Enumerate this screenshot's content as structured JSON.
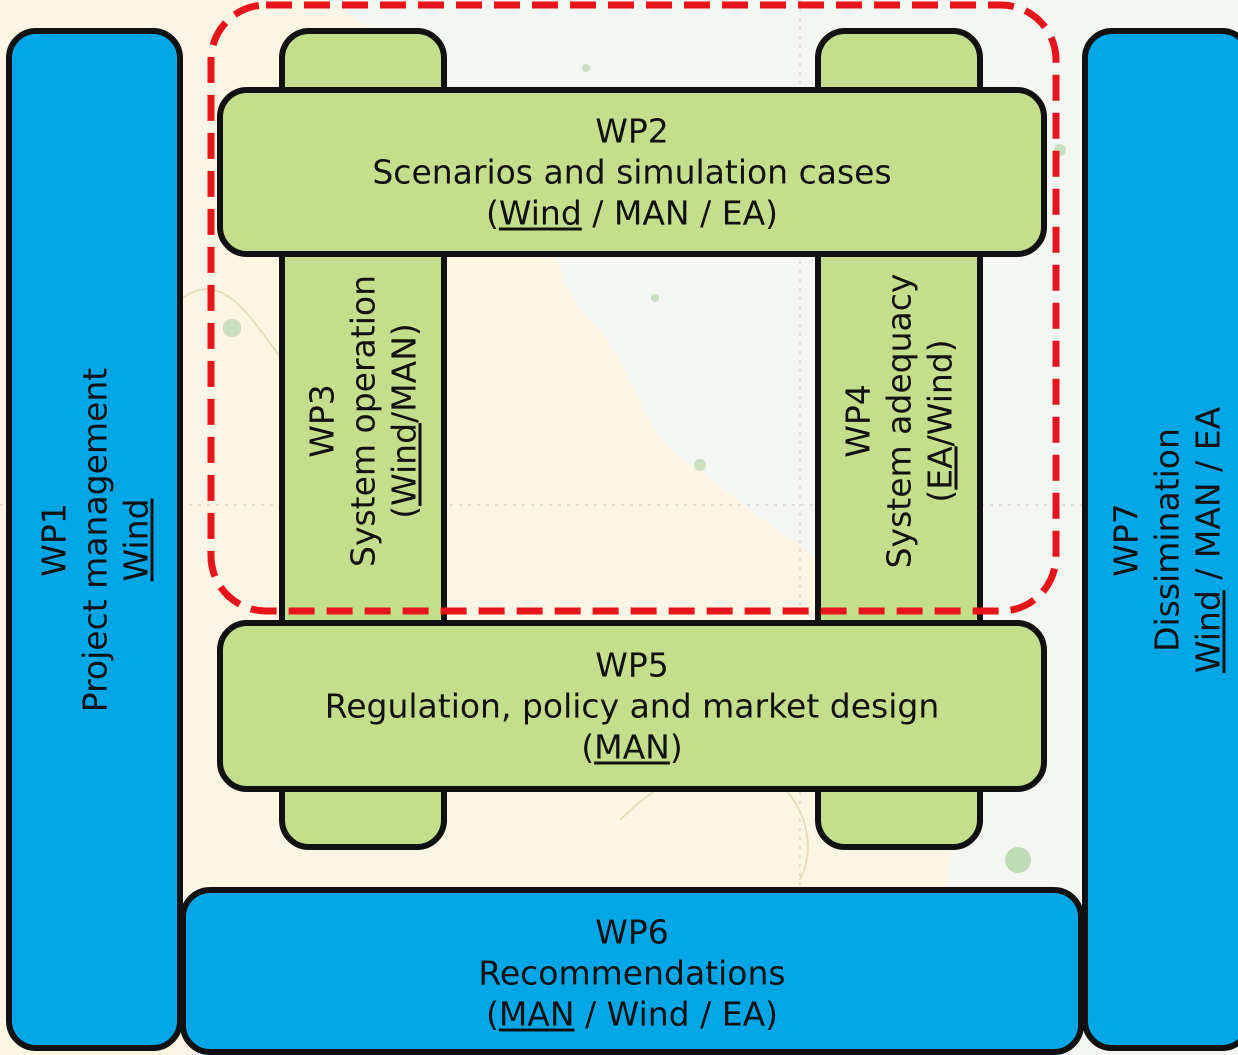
{
  "colors": {
    "blue_box": "#00a6e6",
    "green_box": "#c4df8b",
    "border": "#111111",
    "dashed_outline": "#e8141b",
    "map_land": "#fcf5d6",
    "map_water": "#f4f6f2"
  },
  "wp1": {
    "id": "WP1",
    "title": "Project management",
    "lead": "Wind"
  },
  "wp2": {
    "id": "WP2",
    "title": "Scenarios and simulation cases",
    "partners": [
      "Wind",
      "MAN",
      "EA"
    ],
    "open": "(",
    "close": ")",
    "sep": " / "
  },
  "wp3": {
    "id": "WP3",
    "title": "System operation",
    "open": "(",
    "lead": "Wind",
    "rest": "/MAN)"
  },
  "wp4": {
    "id": "WP4",
    "title": "System adequacy",
    "open": "(",
    "lead": "EA",
    "rest": "/Wind)"
  },
  "wp5": {
    "id": "WP5",
    "title": "Regulation, policy and market design",
    "open": "(",
    "lead": "MAN",
    "close": ")"
  },
  "wp6": {
    "id": "WP6",
    "title": "Recommendations",
    "partners": [
      "MAN",
      "Wind",
      "EA"
    ],
    "open": "(",
    "close": ")",
    "sep": " / "
  },
  "wp7": {
    "id": "WP7",
    "title": "Dissimination",
    "partners": [
      "Wind",
      "MAN",
      "EA"
    ],
    "sep": " / "
  }
}
